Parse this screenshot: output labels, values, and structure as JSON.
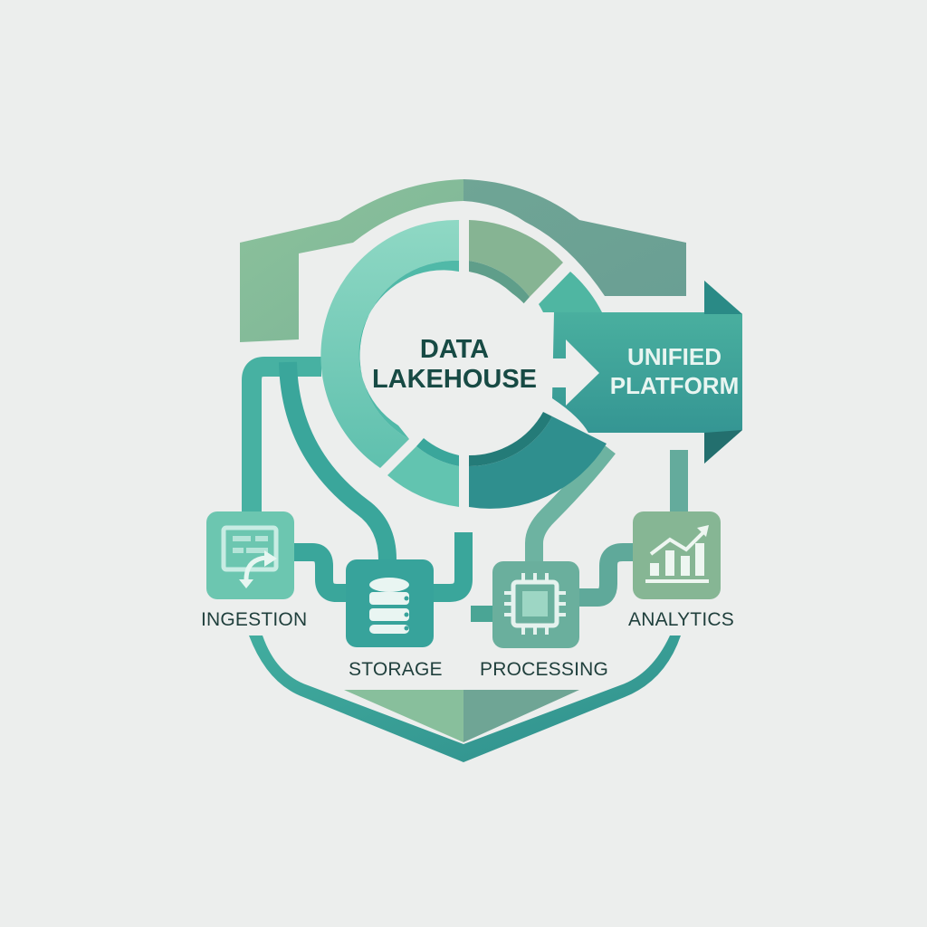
{
  "diagram": {
    "center": {
      "line1": "DATA",
      "line2": "LAKEHOUSE"
    },
    "output": {
      "line1": "UNIFIED",
      "line2": "PLATFORM"
    },
    "nodes": [
      {
        "id": "ingestion",
        "label": "INGESTION",
        "icon": "document-transfer-icon"
      },
      {
        "id": "storage",
        "label": "STORAGE",
        "icon": "database-icon"
      },
      {
        "id": "processing",
        "label": "PROCESSING",
        "icon": "cpu-chip-icon"
      },
      {
        "id": "analytics",
        "label": "ANALYTICS",
        "icon": "bar-chart-trend-icon"
      }
    ],
    "colors": {
      "background": "#eceeed",
      "teal_dark": "#2f8f8c",
      "teal": "#3aa69b",
      "teal_light": "#7fcfbd",
      "sage": "#86b898",
      "sage_dark": "#6f9f93",
      "text_dark": "#1f3f3c"
    }
  }
}
